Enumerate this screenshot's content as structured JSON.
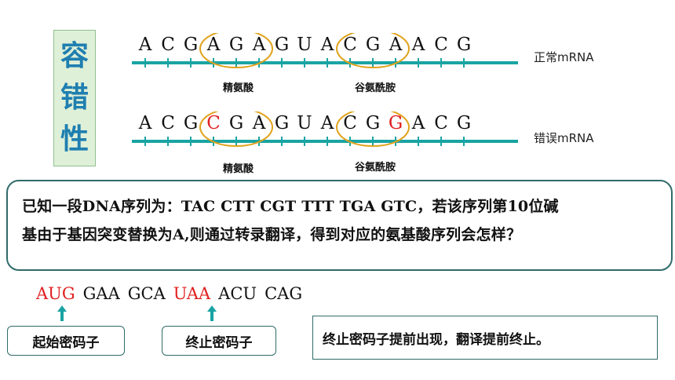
{
  "title_chars": [
    "容",
    "错",
    "性"
  ],
  "normal_strand": {
    "label": "正常mRNA",
    "bases": [
      {
        "b": "A",
        "red": false
      },
      {
        "b": "C",
        "red": false
      },
      {
        "b": "G",
        "red": false
      },
      {
        "b": "A",
        "red": false
      },
      {
        "b": "G",
        "red": false
      },
      {
        "b": "A",
        "red": false
      },
      {
        "b": "G",
        "red": false
      },
      {
        "b": "U",
        "red": false
      },
      {
        "b": "A",
        "red": false
      },
      {
        "b": "C",
        "red": false
      },
      {
        "b": "G",
        "red": false
      },
      {
        "b": "A",
        "red": false
      },
      {
        "b": "A",
        "red": false
      },
      {
        "b": "C",
        "red": false
      },
      {
        "b": "G",
        "red": false
      }
    ],
    "amino_acids": [
      "精氨酸",
      "谷氨酰胺"
    ]
  },
  "mutant_strand": {
    "label": "错误mRNA",
    "bases": [
      {
        "b": "A",
        "red": false
      },
      {
        "b": "C",
        "red": false
      },
      {
        "b": "G",
        "red": false
      },
      {
        "b": "C",
        "red": true
      },
      {
        "b": "G",
        "red": false
      },
      {
        "b": "A",
        "red": false
      },
      {
        "b": "G",
        "red": false
      },
      {
        "b": "U",
        "red": false
      },
      {
        "b": "A",
        "red": false
      },
      {
        "b": "C",
        "red": false
      },
      {
        "b": "G",
        "red": false
      },
      {
        "b": "G",
        "red": true
      },
      {
        "b": "A",
        "red": false
      },
      {
        "b": "C",
        "red": false
      },
      {
        "b": "G",
        "red": false
      }
    ],
    "amino_acids": [
      "精氨酸",
      "谷氨酰胺"
    ]
  },
  "question": {
    "line1": "已知一段DNA序列为：TAC CTT CGT TTT TGA GTC，若该序列第10位碱",
    "line2": "基由于基因突变替换为A,则通过转录翻译，得到对应的氨基酸序列会怎样？"
  },
  "codons": [
    {
      "text": "AUG",
      "red": true
    },
    {
      "text": "GAA",
      "red": false
    },
    {
      "text": "GCA",
      "red": false
    },
    {
      "text": "UAA",
      "red": true
    },
    {
      "text": "ACU",
      "red": false
    },
    {
      "text": "CAG",
      "red": false
    }
  ],
  "labels": {
    "start_codon": "起始密码子",
    "stop_codon": "终止密码子",
    "conclusion": "终止密码子提前出现，翻译提前终止。"
  },
  "colors": {
    "accent_teal": "#1aa3a3",
    "title_blue": "#1f7fb0",
    "highlight_red": "#e02020",
    "ellipse_gold": "#e0a21a"
  }
}
